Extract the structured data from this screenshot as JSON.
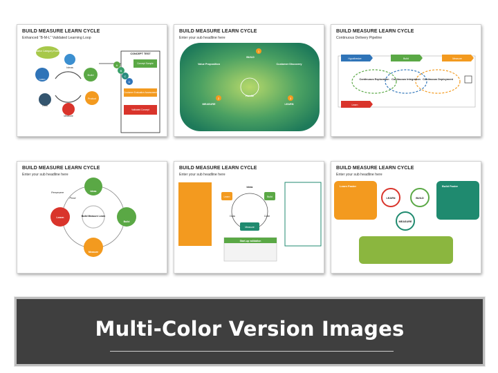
{
  "banner": {
    "title": "Multi-Color Version Images"
  },
  "thumbs": [
    {
      "title": "BUILD MEASURE LEARN CYCLE",
      "subtitle": "Enhanced “B-M-L” Validated Learning Loop",
      "labels": {
        "qual": "Qualitative Category Evaluation",
        "ideas": "Ideas",
        "build": "Build",
        "learn": "Learn",
        "product": "Product",
        "data": "Data",
        "measure": "Measure",
        "concept_test": "CONCEPT TEST",
        "concept_sample": "Concept Sample",
        "customer": "Customer Evaluation Assessment",
        "validated": "Validated Concept"
      },
      "letters": [
        "A",
        "B",
        "C",
        "D"
      ]
    },
    {
      "title": "BUILD MEASURE LEARN CYCLE",
      "subtitle": "Enter your sub headline here",
      "labels": {
        "value": "Value Proposition",
        "build": "BUILD",
        "customer": "Customer Discovery",
        "measure": "MEASURE",
        "hurdle": "Hurdle",
        "learn": "LEARN"
      },
      "numbers": [
        "1",
        "2",
        "3"
      ]
    },
    {
      "title": "BUILD MEASURE LEARN CYCLE",
      "subtitle": "Continuous Delivery Pipeline",
      "labels": {
        "hypothesize": "Hypothesize",
        "build": "Build",
        "measure": "Measure",
        "learn": "Learn",
        "exploration": "Continuous Exploration",
        "integration": "Continuous Integration",
        "deployment": "Continuous Deployment"
      }
    },
    {
      "title": "BUILD MEASURE LEARN CYCLE",
      "subtitle": "Enter your sub headline here",
      "labels": {
        "persevere": "Persevere",
        "pivot": "Pivot",
        "ideas": "Ideas",
        "build": "Build",
        "learn": "Learn",
        "measure": "Measure",
        "center": "Build Measure Learn"
      }
    },
    {
      "title": "BUILD MEASURE LEARN CYCLE",
      "subtitle": "Enter your sub headline here",
      "labels": {
        "ideas": "Ideas",
        "learn": "Learn",
        "build": "Build",
        "data": "Data",
        "code": "Code",
        "measure": "Measure",
        "startup": "Start-up validation"
      }
    },
    {
      "title": "BUILD MEASURE LEARN CYCLE",
      "subtitle": "Enter your sub headline here",
      "labels": {
        "learn_faster": "Learn Faster",
        "build_faster": "Build Faster",
        "learn": "LEARN",
        "build": "BUILD",
        "measure": "MEASURE"
      }
    }
  ],
  "colors": {
    "green": "#5aa845",
    "teal": "#1f8a6f",
    "orange": "#f39a1f",
    "red": "#d9342b",
    "blue": "#2f74b8",
    "purple": "#7a3f96",
    "banner_bg": "#3f3f3f"
  }
}
